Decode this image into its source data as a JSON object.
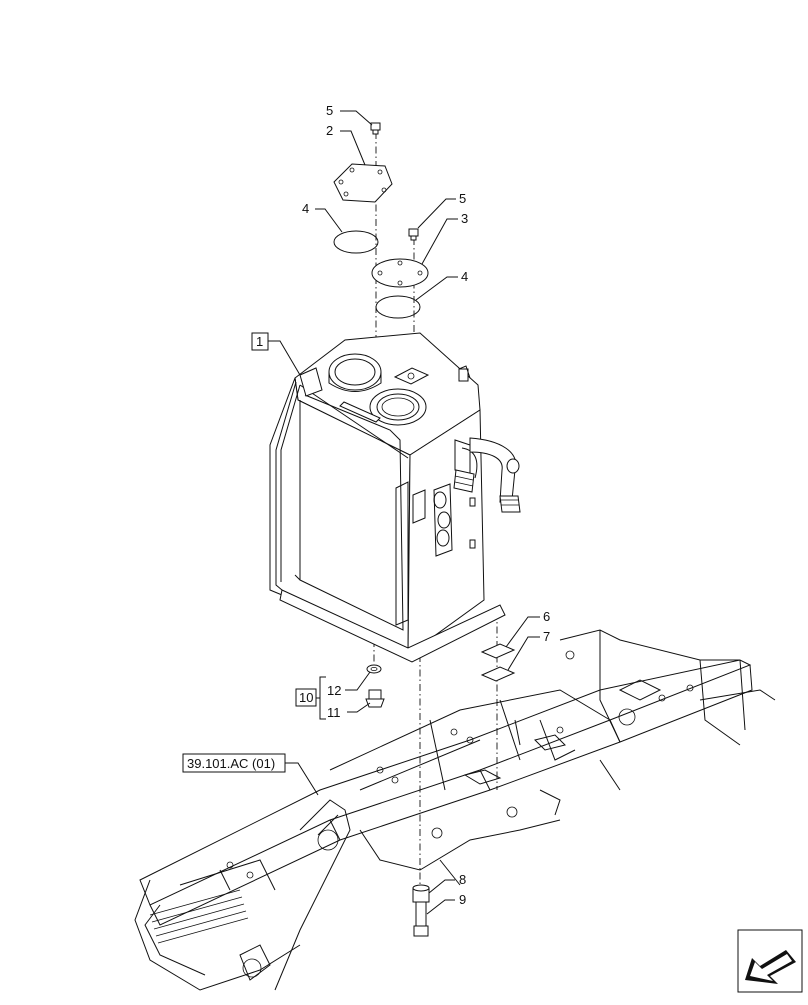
{
  "callouts": {
    "c1": "1",
    "c2": "2",
    "c3": "3",
    "c4a": "4",
    "c4b": "4",
    "c5a": "5",
    "c5b": "5",
    "c6": "6",
    "c7": "7",
    "c8": "8",
    "c9": "9",
    "c10": "10",
    "c11": "11",
    "c12": "12"
  },
  "reference": "39.101.AC (01)",
  "icons": {
    "navigation": "arrow-left-icon"
  }
}
